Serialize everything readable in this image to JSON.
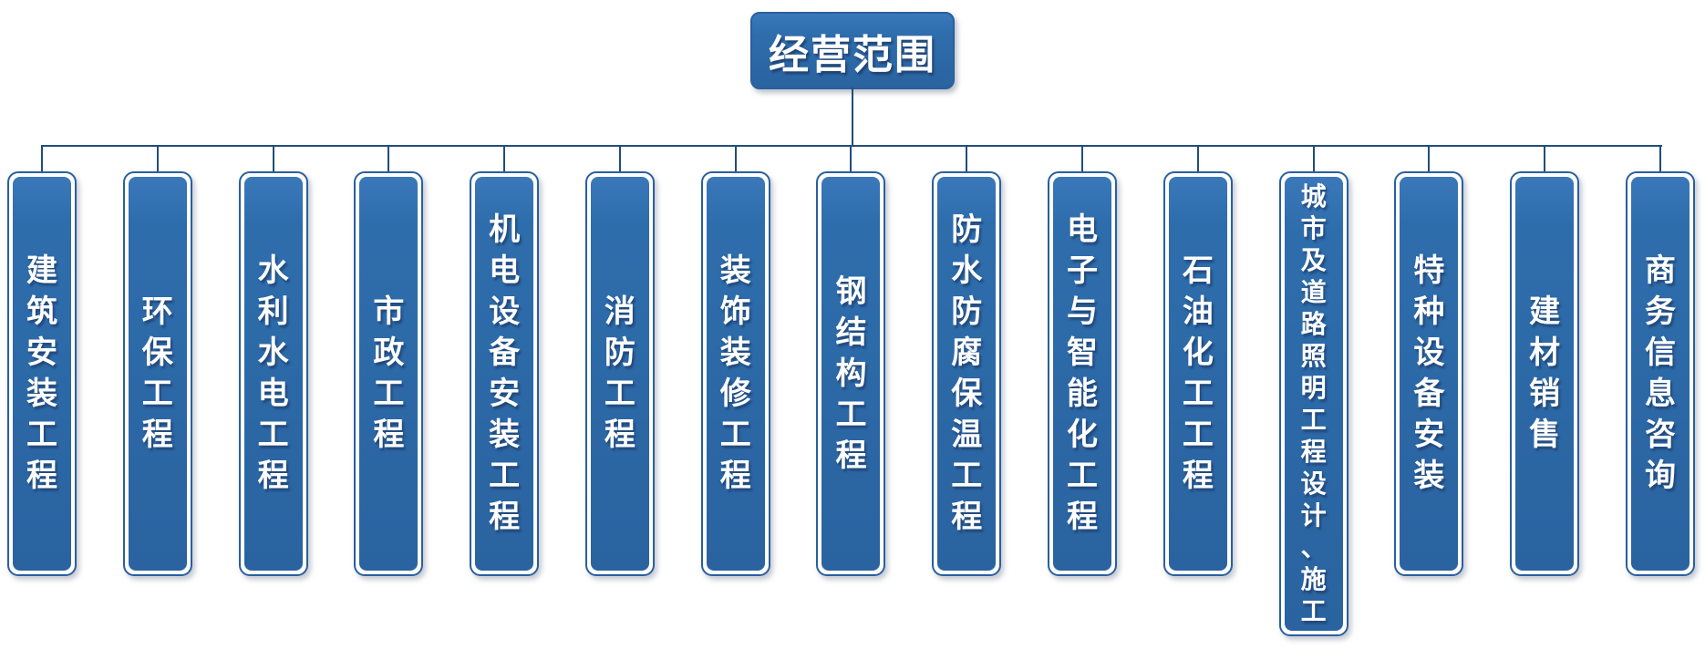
{
  "diagram": {
    "root": {
      "label": "经营范围"
    },
    "children": [
      {
        "label": "建筑安装工程"
      },
      {
        "label": "环保工程"
      },
      {
        "label": "水利水电工程"
      },
      {
        "label": "市政工程"
      },
      {
        "label": "机电设备安装工程"
      },
      {
        "label": "消防工程"
      },
      {
        "label": "装饰装修工程"
      },
      {
        "label": "钢结构工程"
      },
      {
        "label": "防水防腐保温工程"
      },
      {
        "label": "电子与智能化工程"
      },
      {
        "label": "石油化工工程"
      },
      {
        "label": "城市及道路照明工程设计、施工",
        "tall": true
      },
      {
        "label": "特种设备安装"
      },
      {
        "label": "建材销售"
      },
      {
        "label": "商务信息咨询"
      }
    ],
    "colors": {
      "box_fill": "#2e6dac",
      "box_fill_dark": "#2a63a0",
      "box_border": "#2a5f9e",
      "connector": "#1f4e79",
      "label_text": "#ffffff"
    }
  }
}
